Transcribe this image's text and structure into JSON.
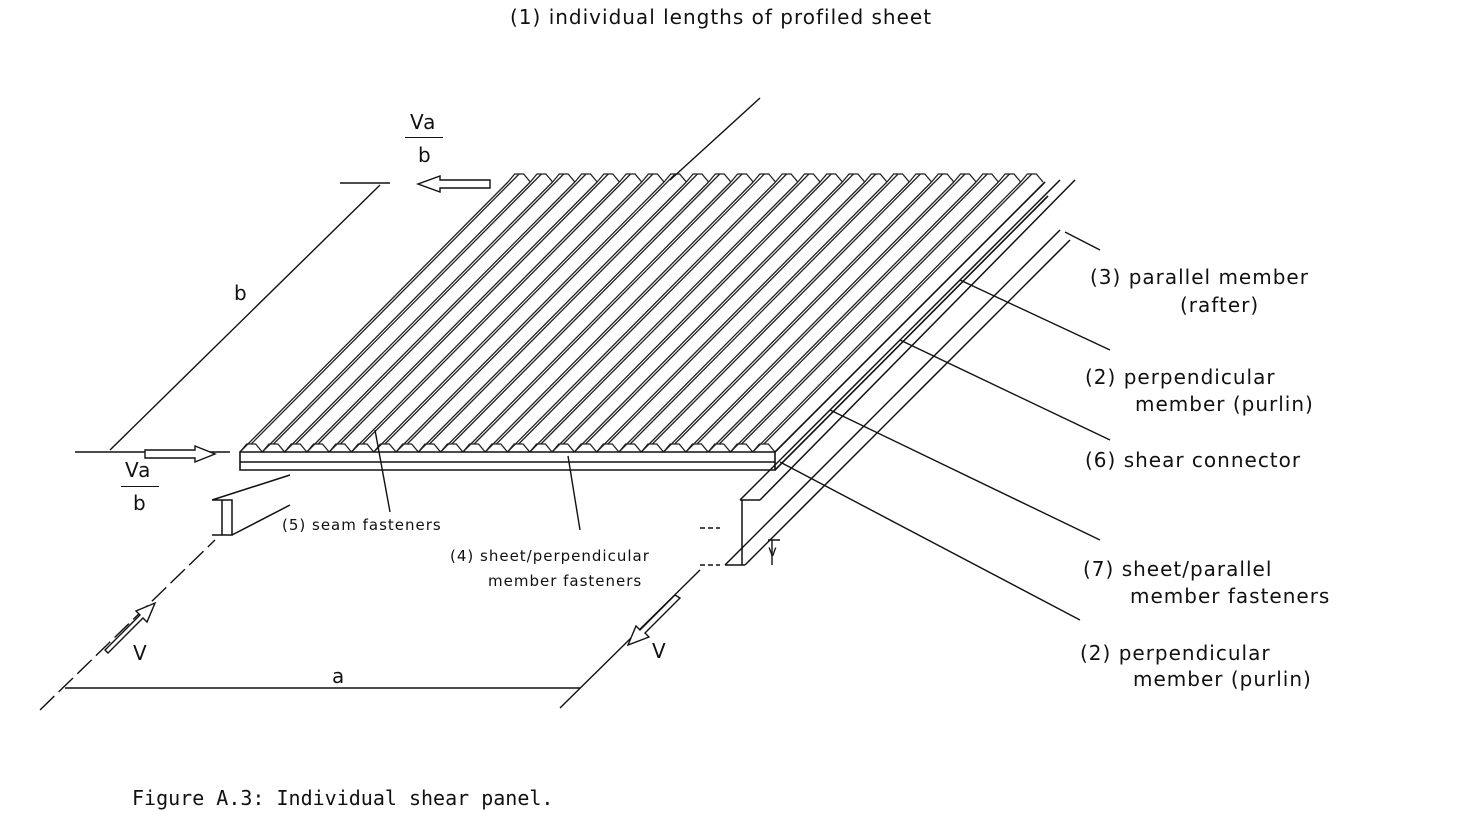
{
  "labels": {
    "sheet": "(1) individual lengths of profiled sheet",
    "va_top_num": "Va",
    "va_top_den": "b",
    "b_dim": "b",
    "va_left_num": "Va",
    "va_left_den": "b",
    "parallel_member_1": "(3) parallel member",
    "parallel_member_2": "(rafter)",
    "purlin_top_1": "(2) perpendicular",
    "purlin_top_2": "member (purlin)",
    "shear_connector": "(6) shear connector",
    "seam_fasteners": "(5) seam fasteners",
    "sheet_perp_1": "(4) sheet/perpendicular",
    "sheet_perp_2": "member fasteners",
    "sheet_par_1": "(7) sheet/parallel",
    "sheet_par_2": "member fasteners",
    "purlin_bottom_1": "(2) perpendicular",
    "purlin_bottom_2": "member (purlin)",
    "v_left": "V",
    "v_right": "V",
    "a_dim": "a",
    "v_small": "v"
  },
  "caption": "Figure A.3: Individual shear panel."
}
